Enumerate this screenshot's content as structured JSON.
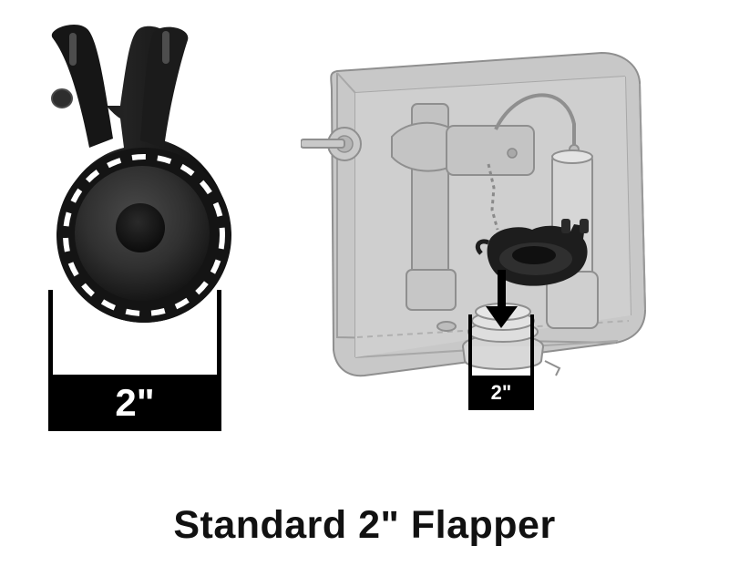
{
  "caption": {
    "text": "Standard 2\" Flapper"
  },
  "left_part": {
    "name": "toilet flapper",
    "measurement": {
      "label": "2\"",
      "description": "flapper seal diameter measurement bar"
    },
    "dashed_circle": {
      "description": "dashed measurement circle over flapper seal"
    }
  },
  "right_diagram": {
    "name": "toilet tank cutaway",
    "measurement": {
      "label": "2\"",
      "description": "flush valve opening diameter measurement bar"
    },
    "arrow": {
      "description": "downward arrow showing flapper seating onto flush valve"
    }
  },
  "colors": {
    "flapper_black": "#1a1a1a",
    "flapper_dark": "#2b2b2b",
    "tank_gray": "#c9c9c9",
    "tank_outline": "#8a8a8a",
    "measure_bar": "#000000",
    "measure_text": "#ffffff",
    "caption_text": "#111111",
    "background": "#ffffff"
  }
}
